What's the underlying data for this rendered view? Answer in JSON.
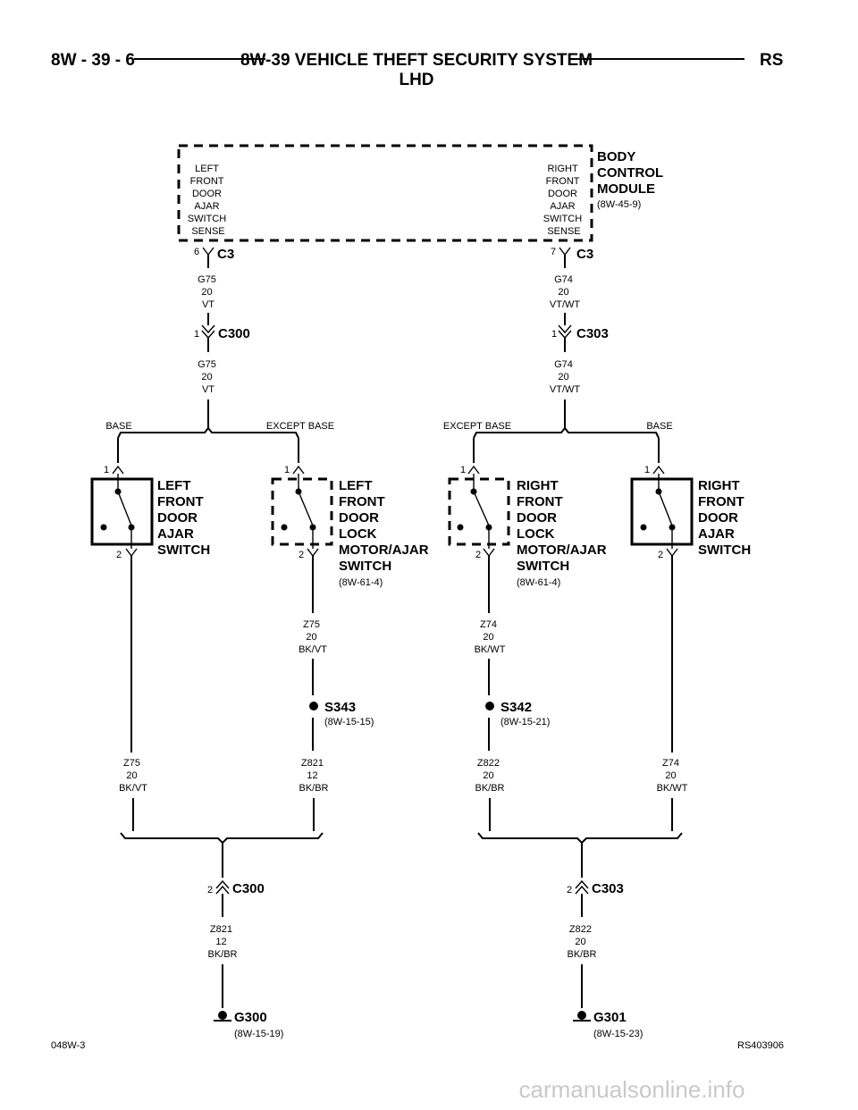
{
  "header": {
    "page": "8W - 39 - 6",
    "title_line1": "8W-39 VEHICLE THEFT SECURITY SYSTEM",
    "title_line2": "LHD",
    "model": "RS"
  },
  "bcm": {
    "name": [
      "BODY",
      "CONTROL",
      "MODULE"
    ],
    "ref": "(8W-45-9)",
    "left_label": [
      "LEFT",
      "FRONT",
      "DOOR",
      "AJAR",
      "SWITCH",
      "SENSE"
    ],
    "right_label": [
      "RIGHT",
      "FRONT",
      "DOOR",
      "AJAR",
      "SWITCH",
      "SENSE"
    ],
    "left_pin": "6",
    "right_pin": "7",
    "connector": "C3"
  },
  "left_circuit": {
    "wire_top": [
      "G75",
      "20",
      "VT"
    ],
    "inline_pin": "1",
    "inline_connector": "C300",
    "wire_mid": [
      "G75",
      "20",
      "VT"
    ],
    "base_label": "BASE",
    "except_base_label": "EXCEPT BASE"
  },
  "right_circuit": {
    "wire_top": [
      "G74",
      "20",
      "VT/WT"
    ],
    "inline_pin": "1",
    "inline_connector": "C303",
    "wire_mid": [
      "G74",
      "20",
      "VT/WT"
    ],
    "base_label": "BASE",
    "except_base_label": "EXCEPT BASE"
  },
  "switches": [
    {
      "label": [
        "LEFT",
        "FRONT",
        "DOOR",
        "AJAR",
        "SWITCH"
      ],
      "ref": "",
      "pin_top": "1",
      "pin_bottom": "2"
    },
    {
      "label": [
        "LEFT",
        "FRONT",
        "DOOR",
        "LOCK",
        "MOTOR/AJAR",
        "SWITCH"
      ],
      "ref": "(8W-61-4)",
      "pin_top": "1",
      "pin_bottom": "2"
    },
    {
      "label": [
        "RIGHT",
        "FRONT",
        "DOOR",
        "LOCK",
        "MOTOR/AJAR",
        "SWITCH"
      ],
      "ref": "(8W-61-4)",
      "pin_top": "1",
      "pin_bottom": "2"
    },
    {
      "label": [
        "RIGHT",
        "FRONT",
        "DOOR",
        "AJAR",
        "SWITCH"
      ],
      "ref": "",
      "pin_top": "1",
      "pin_bottom": "2"
    }
  ],
  "wires_below_switch": {
    "lock_left": [
      "Z75",
      "20",
      "BK/VT"
    ],
    "lock_right": [
      "Z74",
      "20",
      "BK/WT"
    ]
  },
  "splices": [
    {
      "name": "S343",
      "ref": "(8W-15-15)"
    },
    {
      "name": "S342",
      "ref": "(8W-15-21)"
    }
  ],
  "lower_wires": {
    "ajar_left": [
      "Z75",
      "20",
      "BK/VT"
    ],
    "splice_left": [
      "Z821",
      "12",
      "BK/BR"
    ],
    "splice_right": [
      "Z822",
      "20",
      "BK/BR"
    ],
    "ajar_right": [
      "Z74",
      "20",
      "BK/WT"
    ]
  },
  "ground_connectors": [
    {
      "pin": "2",
      "name": "C300",
      "wire": [
        "Z821",
        "12",
        "BK/BR"
      ]
    },
    {
      "pin": "2",
      "name": "C303",
      "wire": [
        "Z822",
        "20",
        "BK/BR"
      ]
    }
  ],
  "grounds": [
    {
      "name": "G300",
      "ref": "(8W-15-19)"
    },
    {
      "name": "G301",
      "ref": "(8W-15-23)"
    }
  ],
  "footer": {
    "left": "048W-3",
    "right": "RS403906",
    "watermark": "carmanualsonline.info"
  }
}
